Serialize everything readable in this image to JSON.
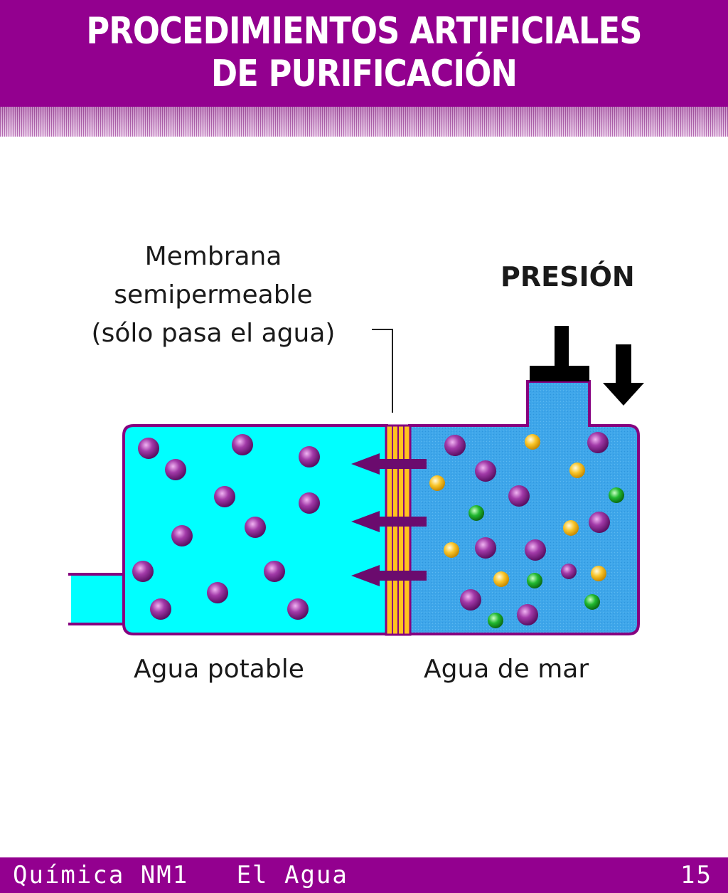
{
  "header": {
    "title_line1": "PROCEDIMIENTOS ARTIFICIALES",
    "title_line2": "DE PURIFICACIÓN"
  },
  "diagram": {
    "membrane_label": [
      "Membrana",
      "semipermeable",
      "(sólo pasa el agua)"
    ],
    "pressure_label": "PRESIÓN",
    "left_label": "Agua potable",
    "right_label": "Agua de mar"
  },
  "colors": {
    "brand_purple": "#93008f",
    "fresh_water": "#00ffff",
    "sea_water": "#3ea6ea",
    "outline": "#86007f",
    "membrane": "#ffc21f",
    "water_molecule": "#a23aa8",
    "salt_yellow": "#f9c52a",
    "salt_green": "#21b830"
  },
  "icons": [
    "arrow-left-icon",
    "arrow-down-icon",
    "piston-icon"
  ],
  "footer": {
    "left": "Química NM1   El Agua",
    "page": "15"
  }
}
